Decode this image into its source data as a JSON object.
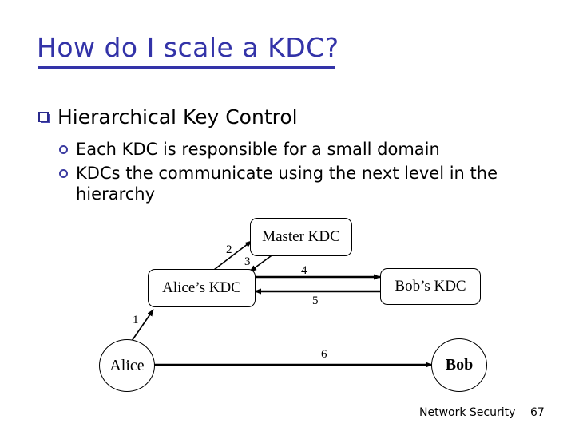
{
  "slide": {
    "title": "How do I scale a KDC?",
    "title_color": "#3333a8",
    "background": "#ffffff"
  },
  "body": {
    "bullets": [
      {
        "level": 1,
        "marker": "square-bullet-icon",
        "text": "Hierarchical Key Control"
      },
      {
        "level": 2,
        "marker": "circle-bullet-icon",
        "text": "Each KDC is responsible for a small domain"
      },
      {
        "level": 2,
        "marker": "circle-bullet-icon",
        "text": "KDCs the communicate using the next level in the hierarchy"
      }
    ]
  },
  "diagram": {
    "nodes": [
      {
        "id": "master-kdc",
        "label": "Master KDC",
        "shape": "rounded-rect"
      },
      {
        "id": "alices-kdc",
        "label": "Alice’s KDC",
        "shape": "rounded-rect"
      },
      {
        "id": "bobs-kdc",
        "label": "Bob’s KDC",
        "shape": "rounded-rect"
      },
      {
        "id": "alice",
        "label": "Alice",
        "shape": "circle"
      },
      {
        "id": "bob",
        "label": "Bob",
        "shape": "circle"
      }
    ],
    "edges": [
      {
        "label": "1",
        "from": "alice",
        "to": "alices-kdc"
      },
      {
        "label": "2",
        "from": "alices-kdc",
        "to": "master-kdc"
      },
      {
        "label": "3",
        "from": "master-kdc",
        "to": "alices-kdc"
      },
      {
        "label": "4",
        "from": "alices-kdc",
        "to": "bobs-kdc"
      },
      {
        "label": "5",
        "from": "bobs-kdc",
        "to": "alices-kdc"
      },
      {
        "label": "6",
        "from": "alice",
        "to": "bob"
      }
    ],
    "line_color": "#000000"
  },
  "footer": {
    "text": "Network Security",
    "slide_number": "67"
  }
}
